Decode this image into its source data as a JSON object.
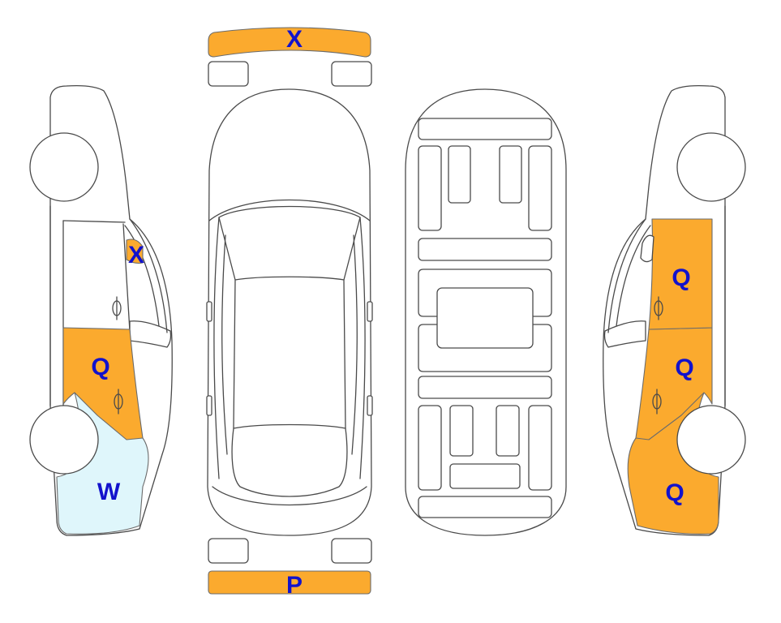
{
  "colors": {
    "outline": "#4a4a4a",
    "damage_orange": "#FBAA2E",
    "damage_lightblue": "#DFF6FB",
    "label": "#1212CC"
  },
  "damage_labels": {
    "front_bumper": "X",
    "rear_bumper": "P",
    "left_side_marker": "X",
    "left_rear_door": "Q",
    "left_rear_quarter": "W",
    "right_front_door": "Q",
    "right_rear_door": "Q",
    "right_rear_quarter": "Q"
  }
}
